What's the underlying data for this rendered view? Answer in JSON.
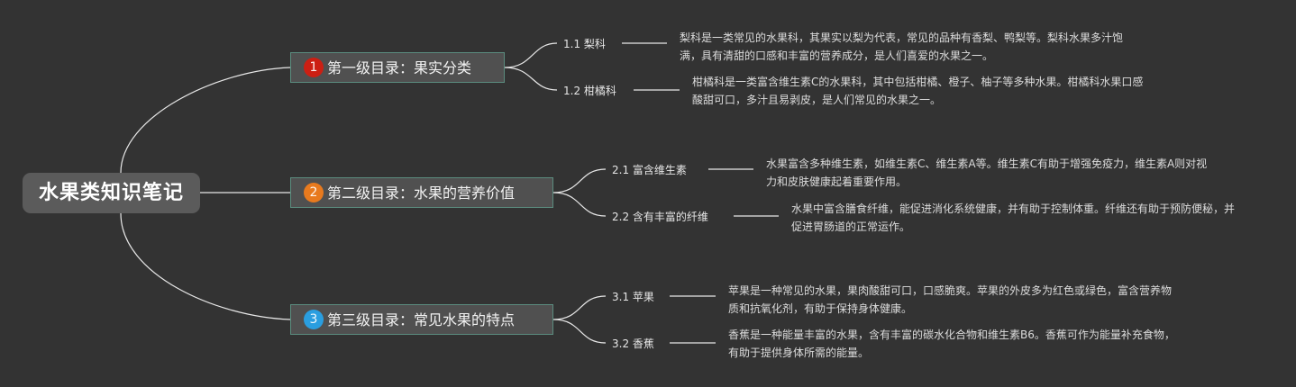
{
  "root": {
    "title": "水果类知识笔记"
  },
  "colors": {
    "background": "#333333",
    "badge_1": "#cc1f13",
    "badge_2": "#e87a1e",
    "badge_3": "#2a9ee0",
    "branch_border": "#5b8c7e",
    "link": "#e8e8e8"
  },
  "branches": [
    {
      "badge": "1",
      "title": "第一级目录：果实分类",
      "children": [
        {
          "label": "1.1 梨科",
          "text": "梨科是一类常见的水果科，其果实以梨为代表，常见的品种有香梨、鸭梨等。梨科水果多汁饱满，具有清甜的口感和丰富的营养成分，是人们喜爱的水果之一。"
        },
        {
          "label": "1.2 柑橘科",
          "text": "柑橘科是一类富含维生素C的水果科，其中包括柑橘、橙子、柚子等多种水果。柑橘科水果口感酸甜可口，多汁且易剥皮，是人们常见的水果之一。"
        }
      ]
    },
    {
      "badge": "2",
      "title": "第二级目录：水果的营养价值",
      "children": [
        {
          "label": "2.1 富含维生素",
          "text": "水果富含多种维生素，如维生素C、维生素A等。维生素C有助于增强免疫力，维生素A则对视力和皮肤健康起着重要作用。"
        },
        {
          "label": "2.2 含有丰富的纤维",
          "text": "水果中富含膳食纤维，能促进消化系统健康，并有助于控制体重。纤维还有助于预防便秘，并促进胃肠道的正常运作。"
        }
      ]
    },
    {
      "badge": "3",
      "title": "第三级目录：常见水果的特点",
      "children": [
        {
          "label": "3.1 苹果",
          "text": "苹果是一种常见的水果，果肉酸甜可口，口感脆爽。苹果的外皮多为红色或绿色，富含营养物质和抗氧化剂，有助于保持身体健康。"
        },
        {
          "label": "3.2 香蕉",
          "text": "香蕉是一种能量丰富的水果，含有丰富的碳水化合物和维生素B6。香蕉可作为能量补充食物，有助于提供身体所需的能量。"
        }
      ]
    }
  ]
}
